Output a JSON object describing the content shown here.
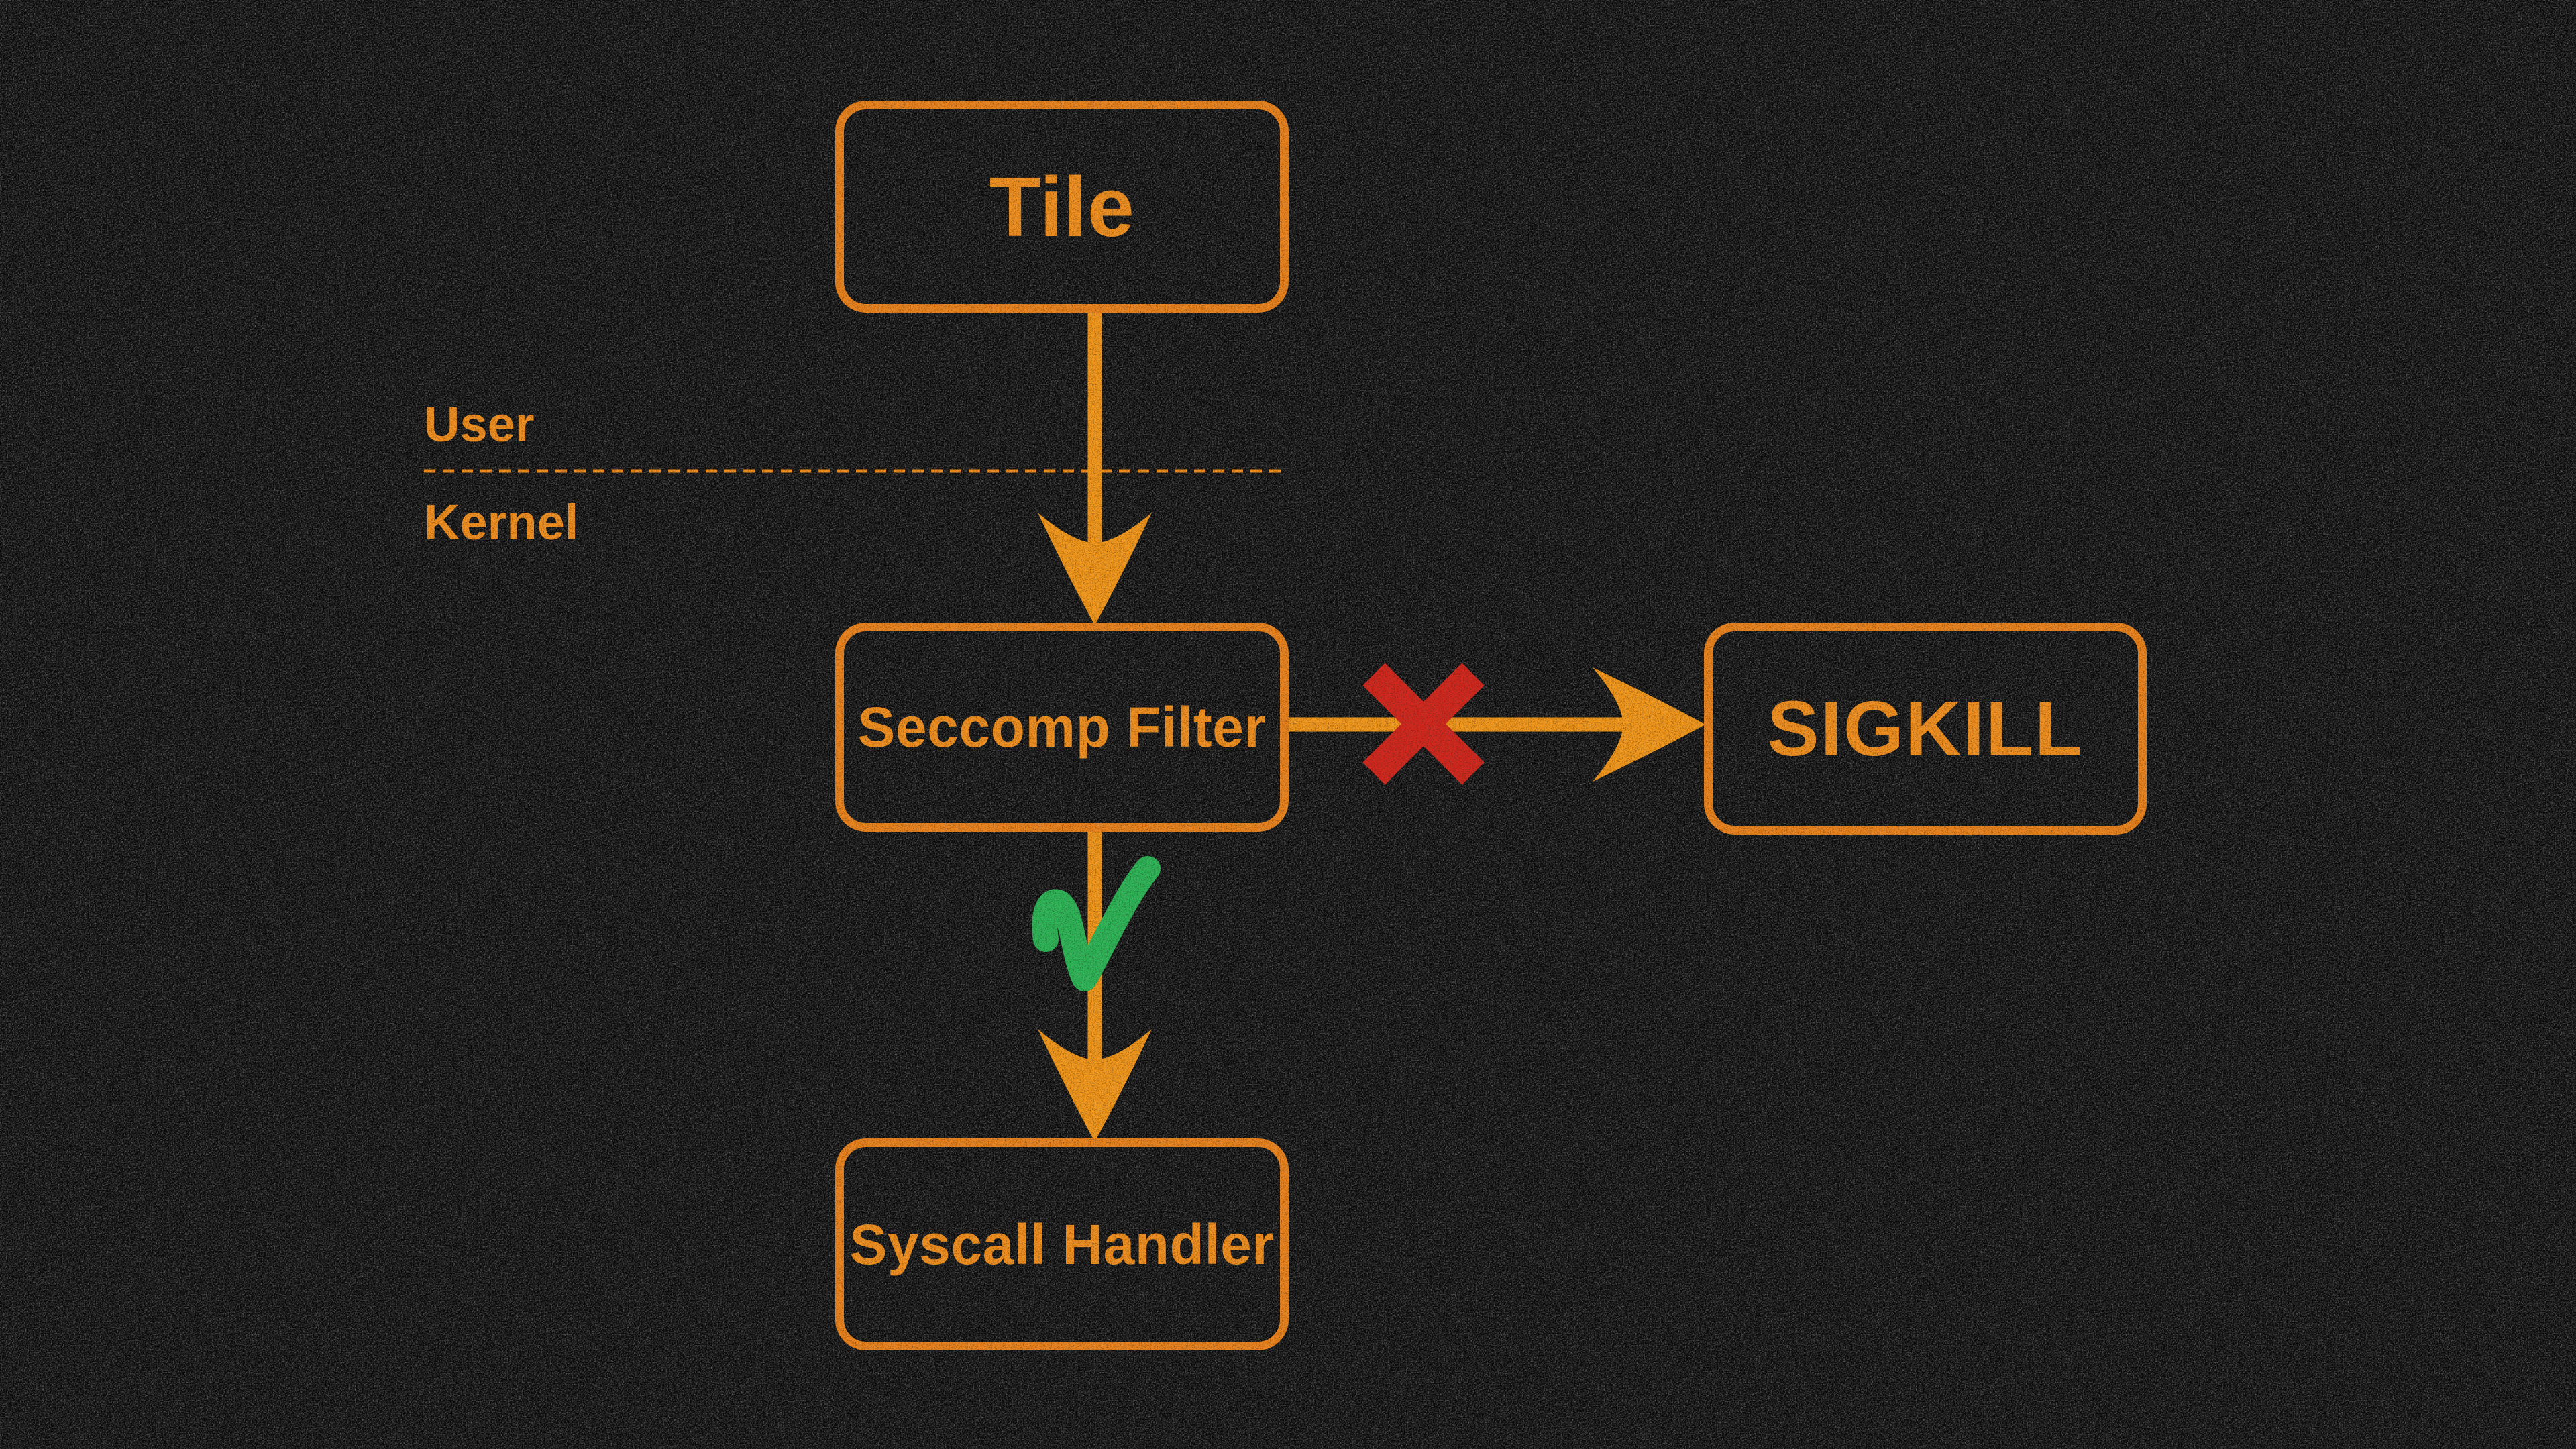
{
  "diagram": {
    "colors": {
      "background": "#060606",
      "accent_orange": "#F28A1D",
      "denied_red": "#D7281D",
      "allowed_green": "#2FB958"
    },
    "nodes": [
      {
        "id": "tile",
        "label": "Tile"
      },
      {
        "id": "seccomp-filter",
        "label": "Seccomp Filter"
      },
      {
        "id": "sigkill",
        "label": "SIGKILL"
      },
      {
        "id": "syscall-handler",
        "label": "Syscall Handler"
      }
    ],
    "boundary": {
      "above_label": "User",
      "below_label": "Kernel"
    },
    "edges": [
      {
        "from": "tile",
        "to": "seccomp-filter",
        "marker": "none"
      },
      {
        "from": "seccomp-filter",
        "to": "sigkill",
        "marker": "denied-cross"
      },
      {
        "from": "seccomp-filter",
        "to": "syscall-handler",
        "marker": "allowed-check"
      }
    ]
  }
}
